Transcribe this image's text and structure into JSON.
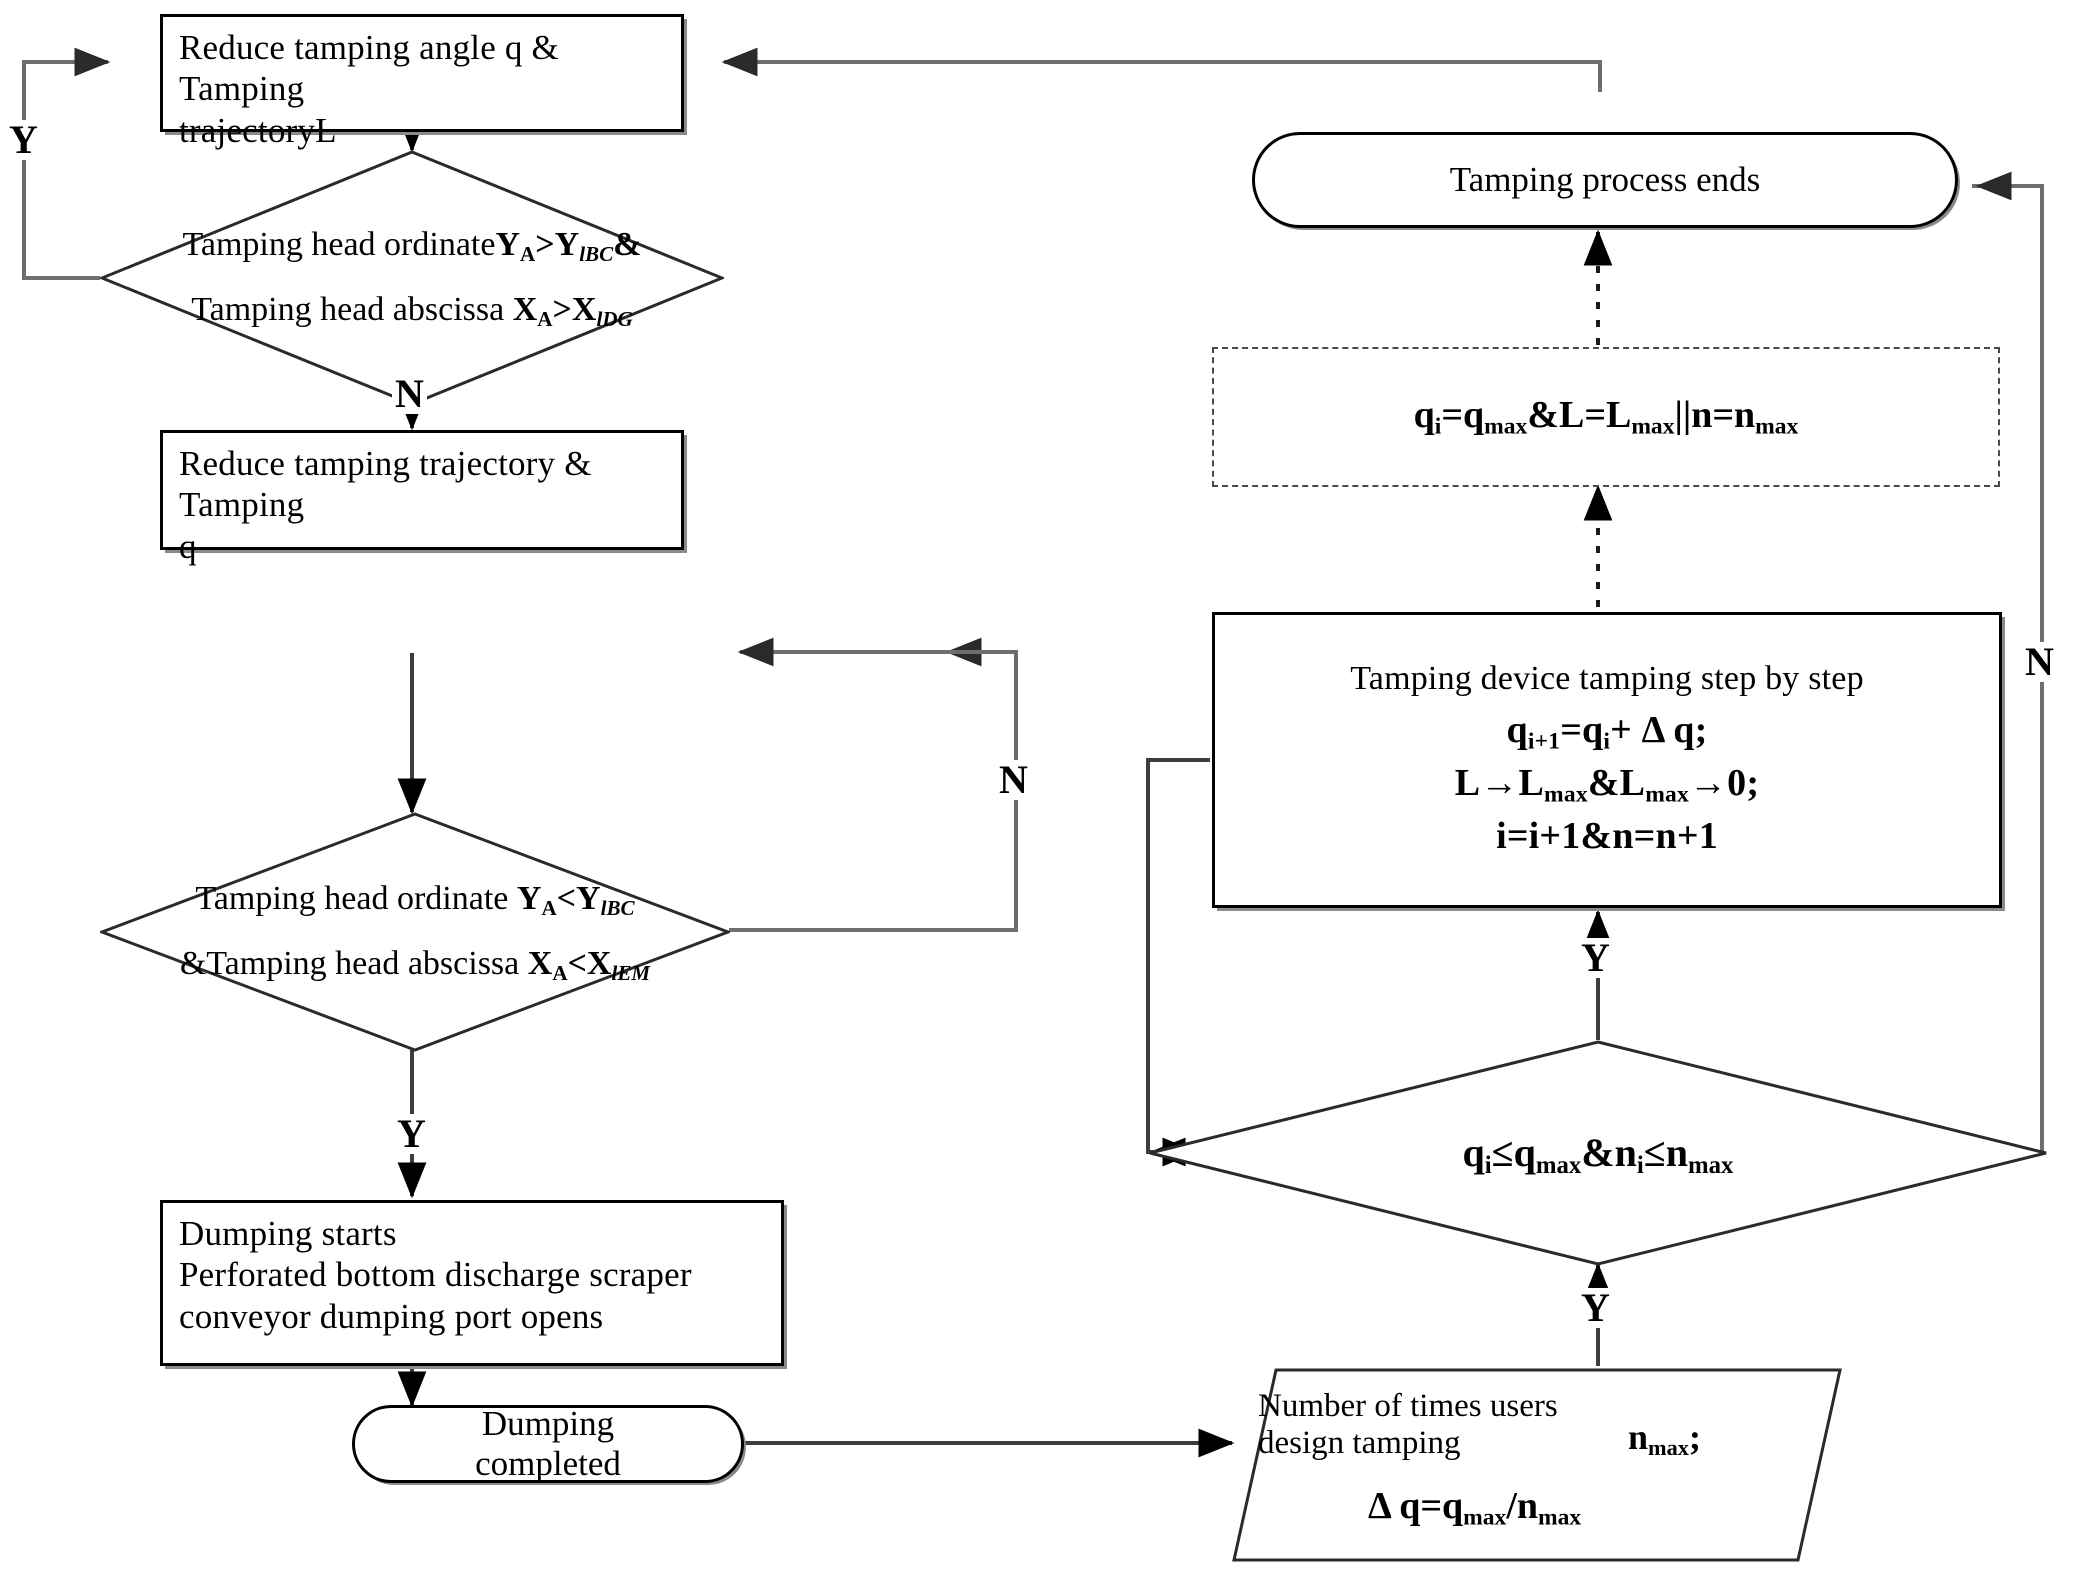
{
  "diagram": {
    "title": "Tamping control flowchart",
    "colors": {
      "line": "#000000",
      "shadow": "#8a8a8a",
      "dashed": "#4a4a4a",
      "background": "#ffffff"
    },
    "nodes": {
      "reduce_angle": {
        "shape": "process",
        "line1": "Reduce tamping angle q & Tamping",
        "line2": "trajectoryL"
      },
      "decision1": {
        "shape": "decision",
        "line1_pre": "Tamping head ordinate",
        "line1_expr": "Y",
        "line1_sub1": "A",
        "line1_op": ">",
        "line1_expr2": "Y",
        "line1_sub2": "lBC",
        "line1_post": "&",
        "line2_pre": "Tamping head abscissa ",
        "line2_expr": "X",
        "line2_sub1": "A",
        "line2_op": ">",
        "line2_expr2": "X",
        "line2_sub2": "lDG"
      },
      "reduce_traj": {
        "shape": "process",
        "line1": "Reduce tamping trajectory & Tamping",
        "line2": "q"
      },
      "decision2": {
        "shape": "decision",
        "line1_pre": "Tamping head ordinate ",
        "line1_expr": "Y",
        "line1_sub1": "A",
        "line1_op": "<",
        "line1_expr2": "Y",
        "line1_sub2": "lBC",
        "line2_pre": "&Tamping head abscissa ",
        "line2_expr": "X",
        "line2_sub1": "A",
        "line2_op": "<",
        "line2_expr2": "X",
        "line2_sub2": "lEM"
      },
      "dumping_start": {
        "shape": "process",
        "line1": "Dumping starts",
        "line2": "Perforated bottom discharge scraper",
        "line3": "conveyor dumping port opens"
      },
      "dumping_done": {
        "shape": "terminator",
        "line1": "Dumping",
        "line2": "completed"
      },
      "tamping_ends": {
        "shape": "terminator",
        "label": "Tamping process ends"
      },
      "dashed_cond": {
        "shape": "dashed-box",
        "expr_q": "q",
        "expr_q_sub": "i",
        "eq1": "=q",
        "eq1_sub": "max",
        "amp": "&L=L",
        "eq2_sub": "max",
        "or": "||n=n",
        "eq3_sub": "max"
      },
      "step_box": {
        "shape": "process",
        "header": "Tamping device tamping step by step",
        "line1_a": "q",
        "line1_a_sub": "i+1",
        "line1_b": "=q",
        "line1_b_sub": "i",
        "line1_c": "+ Δ q;",
        "line2_a": "L→L",
        "line2_a_sub": "max",
        "line2_b": "&L",
        "line2_b_sub": "max",
        "line2_c": "→0;",
        "line3": "i=i+1&n=n+1"
      },
      "decision3": {
        "shape": "decision",
        "a": "q",
        "a_sub": "i",
        "op1": "≤q",
        "b_sub": "max",
        "amp": "&n",
        "c_sub": "i",
        "op2": "≤n",
        "d_sub": "max"
      },
      "user_input": {
        "shape": "parallelogram",
        "line1": "Number of times users",
        "line2": "design tamping",
        "nmax": "n",
        "nmax_sub": "max",
        "nmax_semi": ";",
        "eq_pre": "Δ q=q",
        "eq_sub1": "max",
        "eq_mid": "/n",
        "eq_sub2": "max"
      }
    },
    "edge_labels": [
      {
        "id": "y-left-loop",
        "text": "Y"
      },
      {
        "id": "n-decision1-down",
        "text": "N"
      },
      {
        "id": "n-decision2-right",
        "text": "N"
      },
      {
        "id": "y-decision2-down",
        "text": "Y"
      },
      {
        "id": "n-far-right",
        "text": "N"
      },
      {
        "id": "y-decision3-up",
        "text": "Y"
      },
      {
        "id": "y-decision3-bottom",
        "text": "Y"
      }
    ]
  }
}
